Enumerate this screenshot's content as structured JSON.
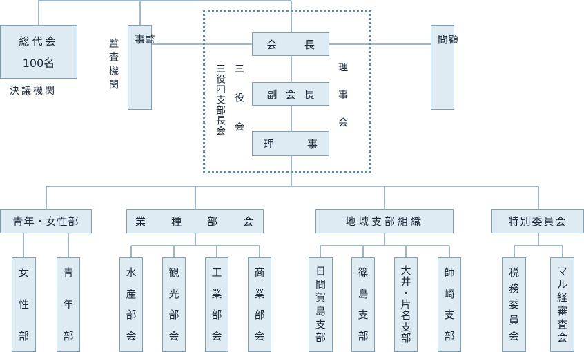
{
  "top": {
    "general_assembly": {
      "line1": "総代会",
      "line2": "100名",
      "caption": "決議機関"
    },
    "auditor": {
      "label": "監事",
      "caption": "監査機関"
    },
    "president": "会長",
    "vice_president": "副会長",
    "directors": "理事",
    "advisor": "顧問",
    "three_officers": "三役会",
    "three_officers_four_branches": "三役四支部長会",
    "board": "理事会"
  },
  "divisions": [
    {
      "label": "青年・女性部",
      "children": [
        "女性部",
        "青年部"
      ]
    },
    {
      "label": "業種部会",
      "children": [
        "水産部会",
        "観光部会",
        "工業部会",
        "商業部会"
      ]
    },
    {
      "label": "地域支部組織",
      "children": [
        "日間賀島支部",
        "篠島支部",
        "大井・片名支部",
        "師崎支部"
      ]
    },
    {
      "label": "特別委員会",
      "children": [
        "税務委員会",
        "マル経審査会"
      ]
    }
  ],
  "colors": {
    "box_fill": "#deebf2",
    "box_border": "#7ea1b4",
    "line": "#7ea1b4",
    "dotted_border": "#5b8ca8"
  }
}
